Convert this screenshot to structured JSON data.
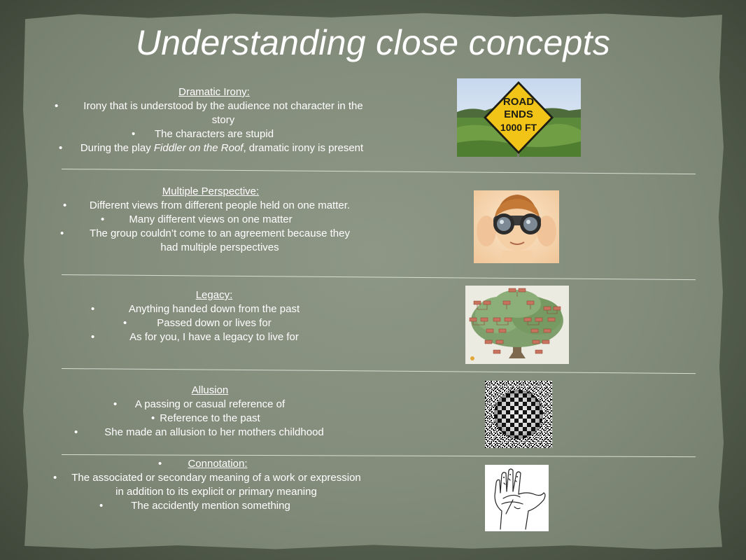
{
  "slide": {
    "title": "Understanding close concepts"
  },
  "sections": [
    {
      "heading": "Dramatic Irony:",
      "bullets": [
        "Irony that is understood by the audience not character in the story",
        "The characters are stupid",
        [
          "During the play ",
          "Fiddler on the Roof",
          ", dramatic irony is present"
        ]
      ]
    },
    {
      "heading": "Multiple Perspective:",
      "bullets": [
        "Different views from different people held on one matter.",
        "Many different views on one matter",
        "The group couldn’t come to an agreement because they had multiple perspectives"
      ]
    },
    {
      "heading": "Legacy:",
      "bullets": [
        "Anything handed down from the past",
        "Passed down or lives for",
        "As for you, I have a legacy to live for"
      ]
    },
    {
      "heading": "Allusion",
      "bullets": [
        "A passing or casual reference of",
        "Reference to the past",
        "She made an allusion to her mothers childhood"
      ]
    },
    {
      "heading": "Connotation:",
      "bullets": [
        "The associated or secondary meaning of a work or expression in addition to its explicit or primary meaning",
        "The accidently mention something"
      ]
    }
  ],
  "images": {
    "road_sign": {
      "line1": "ROAD",
      "line2": "ENDS",
      "line3": "1000 FT",
      "sign_color": "#f2c418"
    },
    "binoculars": {
      "icon": "binoculars-icon"
    },
    "family_tree": {
      "icon": "tree-icon"
    },
    "illusion": {
      "icon": "optical-illusion-icon"
    },
    "palm": {
      "icon": "palm-hand-icon"
    }
  }
}
